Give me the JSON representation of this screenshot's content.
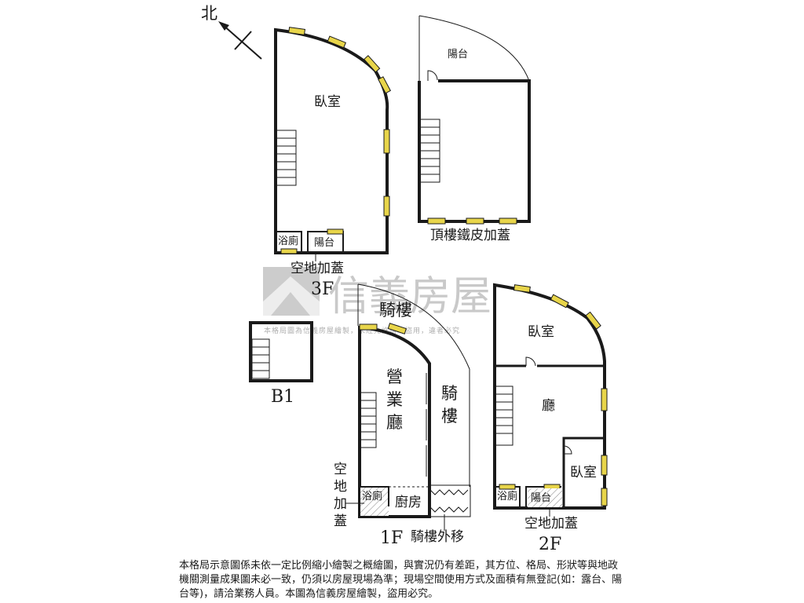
{
  "north_label": "北",
  "watermark": {
    "brand": "信義房屋",
    "subtext": "本格局圖為信義房屋繪製，未經允許請勿盜用，違者必究"
  },
  "floor_3f": {
    "label": "3F",
    "bedroom": "臥室",
    "bath": "浴廁",
    "balcony": "陽台",
    "addition": "空地加蓋"
  },
  "roof": {
    "balcony": "陽台",
    "addition": "頂樓鐵皮加蓋"
  },
  "basement": {
    "label": "B1"
  },
  "floor_1f": {
    "label": "1F",
    "arcade_top": "騎樓",
    "arcade_side": [
      "騎",
      "樓"
    ],
    "business_hall": [
      "營",
      "業",
      "廳"
    ],
    "bath": "浴廁",
    "kitchen": "廚房",
    "addition": [
      "空",
      "地",
      "加",
      "蓋"
    ],
    "arcade_shift": "騎樓外移"
  },
  "floor_2f": {
    "label": "2F",
    "bedroom_top": "臥室",
    "living": "廳",
    "bedroom_side": "臥室",
    "bath": "浴廁",
    "balcony": "陽台",
    "addition": "空地加蓋"
  },
  "disclaimer": "本格局示意圖係未依一定比例縮小繪製之概繪圖，與實況仍有差距，其方位、格局、形狀等與地政機關測量成果圖未必一致，仍須以房屋現場為準；現場空間使用方式及面積有無登記(如：露台、陽台等)，請洽業務人員。本圖為信義房屋繪製，盜用必究。"
}
